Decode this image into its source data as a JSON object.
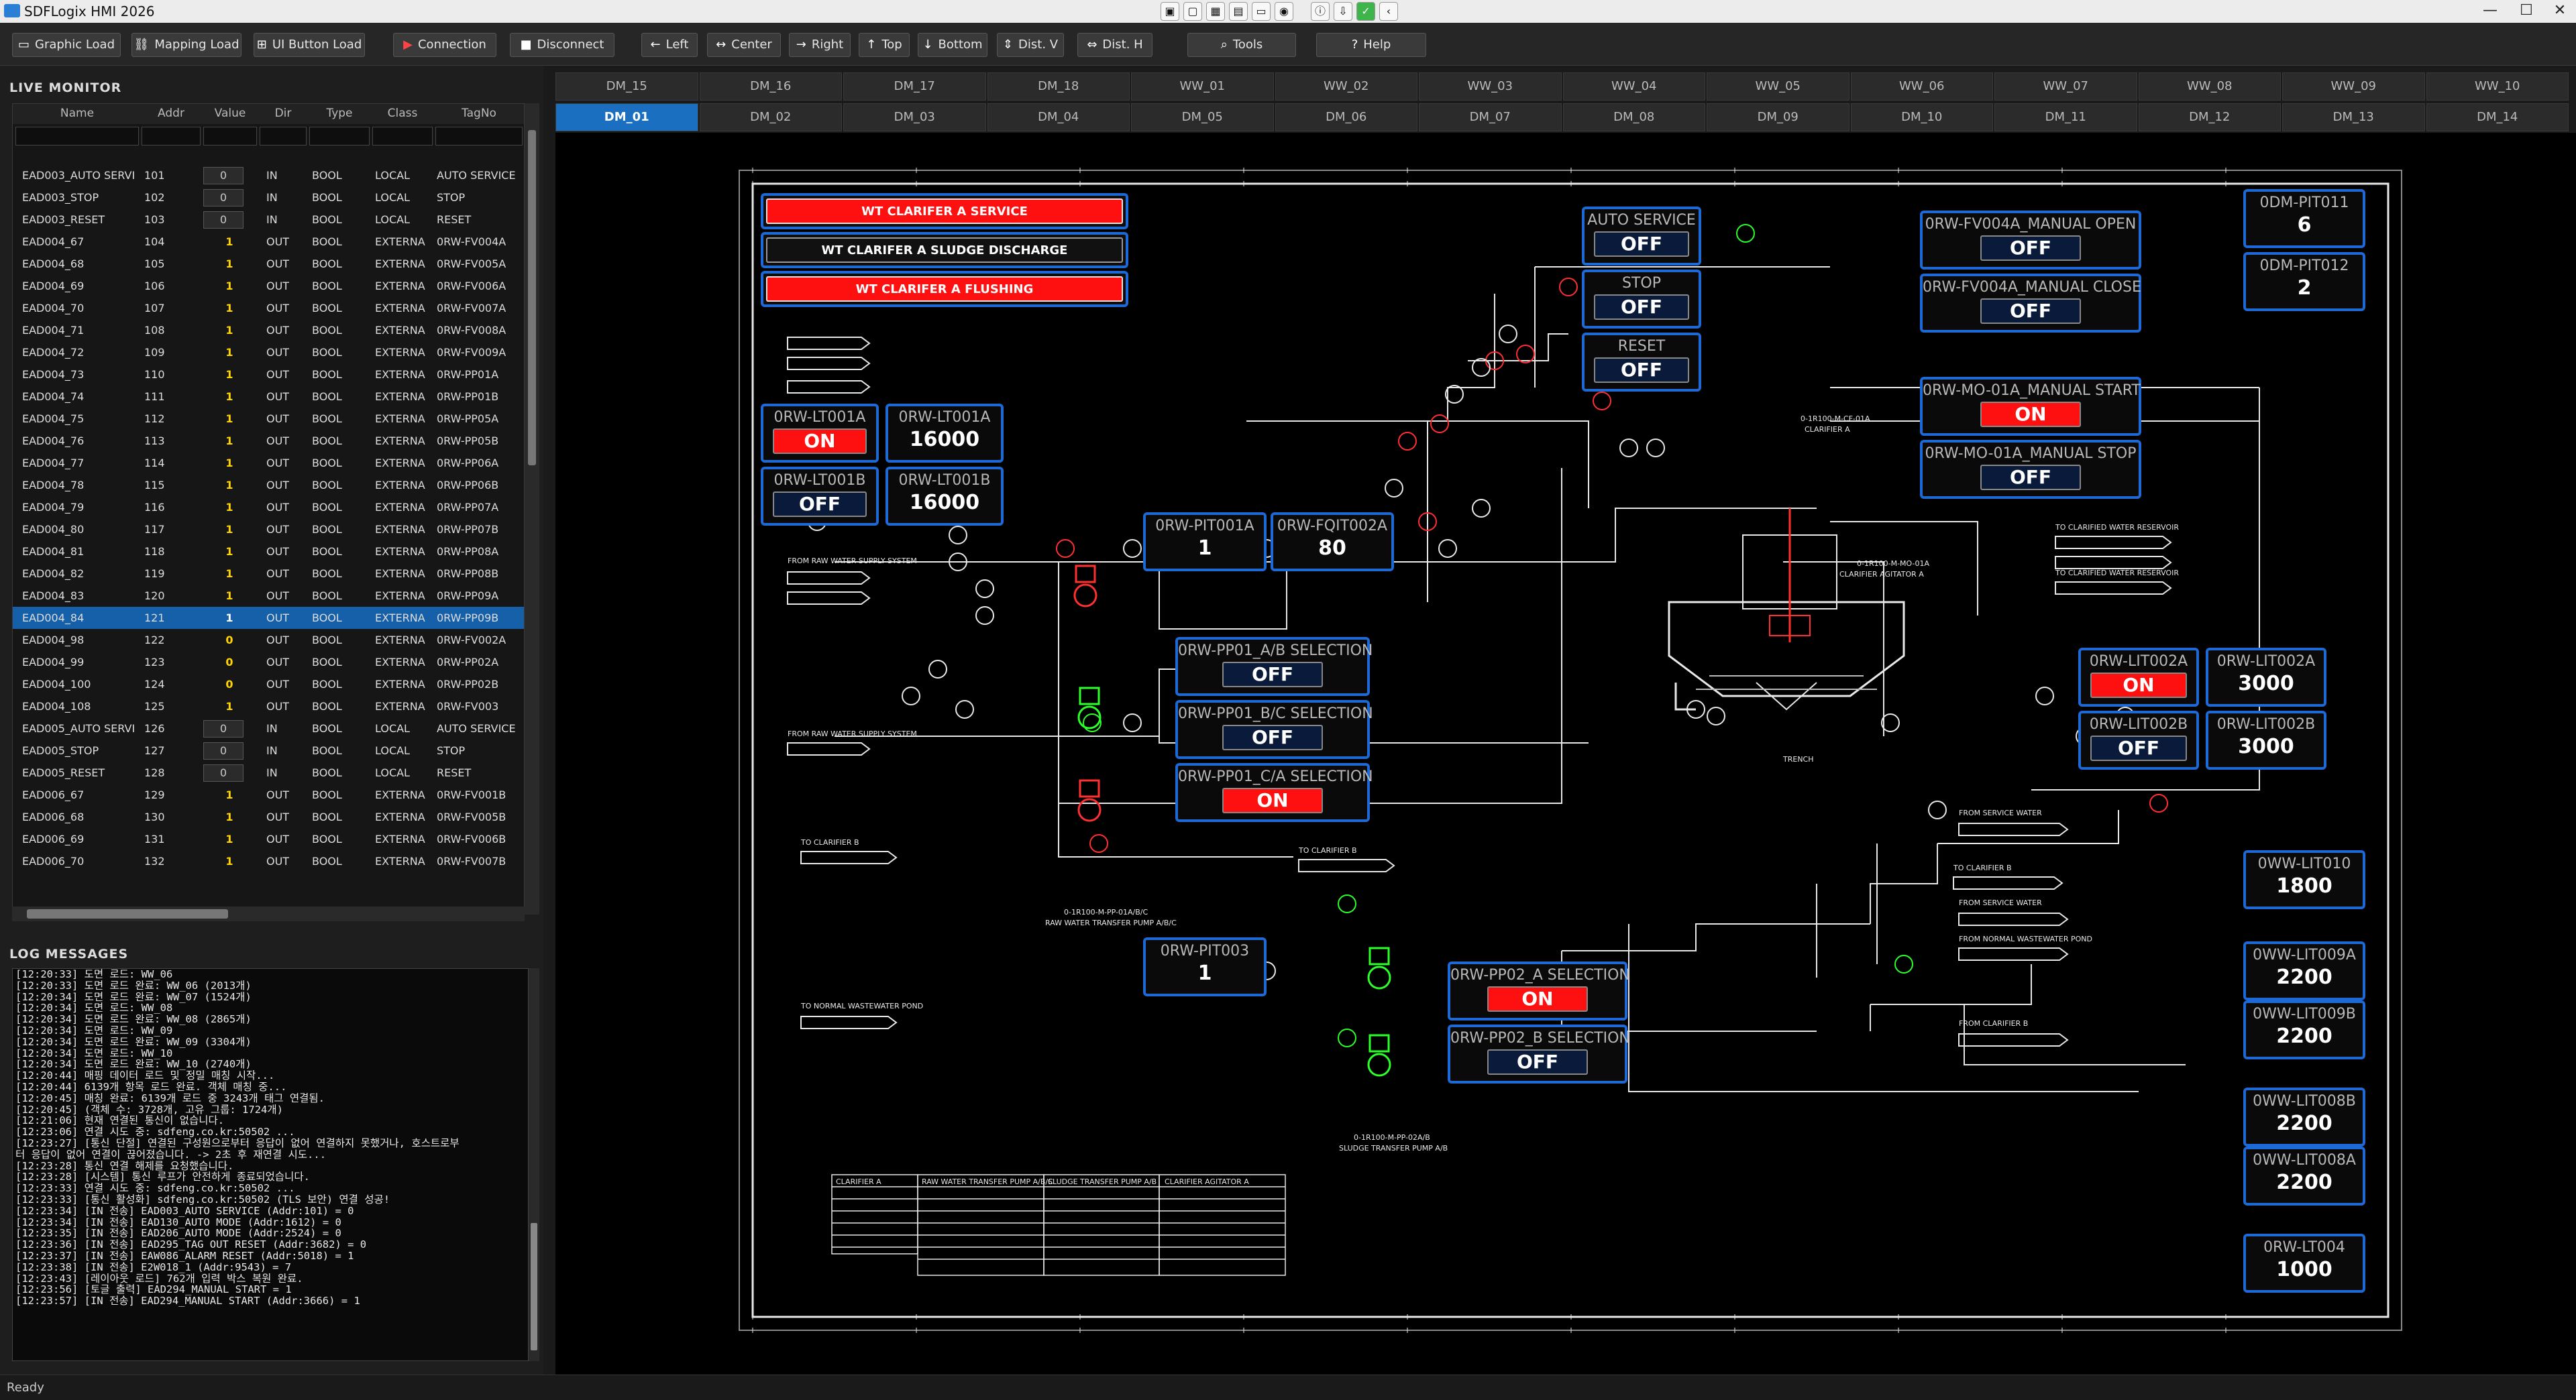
{
  "window": {
    "title": "SDFLogix HMI 2026",
    "status": "Ready",
    "min": "—",
    "max": "☐",
    "close": "✕"
  },
  "toolbar": {
    "graphic_load": "Graphic Load",
    "mapping_load": "Mapping Load",
    "ui_button_load": "UI Button Load",
    "connection": "Connection",
    "disconnect": "Disconnect",
    "left": "Left",
    "center": "Center",
    "right": "Right",
    "top": "Top",
    "bottom": "Bottom",
    "dist_v": "Dist. V",
    "dist_h": "Dist. H",
    "tools": "Tools",
    "help": "Help"
  },
  "monitor": {
    "title": "LIVE MONITOR",
    "columns": [
      "Name",
      "Addr",
      "Value",
      "Dir",
      "Type",
      "Class",
      "TagNo"
    ],
    "rows": [
      [
        "EAD003_AUTO SERVI",
        "101",
        "0",
        "IN",
        "BOOL",
        "LOCAL",
        "AUTO SERVICE"
      ],
      [
        "EAD003_STOP",
        "102",
        "0",
        "IN",
        "BOOL",
        "LOCAL",
        "STOP"
      ],
      [
        "EAD003_RESET",
        "103",
        "0",
        "IN",
        "BOOL",
        "LOCAL",
        "RESET"
      ],
      [
        "EAD004_67",
        "104",
        "1",
        "OUT",
        "BOOL",
        "EXTERNA",
        "0RW-FV004A"
      ],
      [
        "EAD004_68",
        "105",
        "1",
        "OUT",
        "BOOL",
        "EXTERNA",
        "0RW-FV005A"
      ],
      [
        "EAD004_69",
        "106",
        "1",
        "OUT",
        "BOOL",
        "EXTERNA",
        "0RW-FV006A"
      ],
      [
        "EAD004_70",
        "107",
        "1",
        "OUT",
        "BOOL",
        "EXTERNA",
        "0RW-FV007A"
      ],
      [
        "EAD004_71",
        "108",
        "1",
        "OUT",
        "BOOL",
        "EXTERNA",
        "0RW-FV008A"
      ],
      [
        "EAD004_72",
        "109",
        "1",
        "OUT",
        "BOOL",
        "EXTERNA",
        "0RW-FV009A"
      ],
      [
        "EAD004_73",
        "110",
        "1",
        "OUT",
        "BOOL",
        "EXTERNA",
        "0RW-PP01A"
      ],
      [
        "EAD004_74",
        "111",
        "1",
        "OUT",
        "BOOL",
        "EXTERNA",
        "0RW-PP01B"
      ],
      [
        "EAD004_75",
        "112",
        "1",
        "OUT",
        "BOOL",
        "EXTERNA",
        "0RW-PP05A"
      ],
      [
        "EAD004_76",
        "113",
        "1",
        "OUT",
        "BOOL",
        "EXTERNA",
        "0RW-PP05B"
      ],
      [
        "EAD004_77",
        "114",
        "1",
        "OUT",
        "BOOL",
        "EXTERNA",
        "0RW-PP06A"
      ],
      [
        "EAD004_78",
        "115",
        "1",
        "OUT",
        "BOOL",
        "EXTERNA",
        "0RW-PP06B"
      ],
      [
        "EAD004_79",
        "116",
        "1",
        "OUT",
        "BOOL",
        "EXTERNA",
        "0RW-PP07A"
      ],
      [
        "EAD004_80",
        "117",
        "1",
        "OUT",
        "BOOL",
        "EXTERNA",
        "0RW-PP07B"
      ],
      [
        "EAD004_81",
        "118",
        "1",
        "OUT",
        "BOOL",
        "EXTERNA",
        "0RW-PP08A"
      ],
      [
        "EAD004_82",
        "119",
        "1",
        "OUT",
        "BOOL",
        "EXTERNA",
        "0RW-PP08B"
      ],
      [
        "EAD004_83",
        "120",
        "1",
        "OUT",
        "BOOL",
        "EXTERNA",
        "0RW-PP09A"
      ],
      [
        "EAD004_84",
        "121",
        "1",
        "OUT",
        "BOOL",
        "EXTERNA",
        "0RW-PP09B"
      ],
      [
        "EAD004_98",
        "122",
        "0",
        "OUT",
        "BOOL",
        "EXTERNA",
        "0RW-FV002A"
      ],
      [
        "EAD004_99",
        "123",
        "0",
        "OUT",
        "BOOL",
        "EXTERNA",
        "0RW-PP02A"
      ],
      [
        "EAD004_100",
        "124",
        "0",
        "OUT",
        "BOOL",
        "EXTERNA",
        "0RW-PP02B"
      ],
      [
        "EAD004_108",
        "125",
        "1",
        "OUT",
        "BOOL",
        "EXTERNA",
        "0RW-FV003"
      ],
      [
        "EAD005_AUTO SERVI",
        "126",
        "0",
        "IN",
        "BOOL",
        "LOCAL",
        "AUTO SERVICE"
      ],
      [
        "EAD005_STOP",
        "127",
        "0",
        "IN",
        "BOOL",
        "LOCAL",
        "STOP"
      ],
      [
        "EAD005_RESET",
        "128",
        "0",
        "IN",
        "BOOL",
        "LOCAL",
        "RESET"
      ],
      [
        "EAD006_67",
        "129",
        "1",
        "OUT",
        "BOOL",
        "EXTERNA",
        "0RW-FV001B"
      ],
      [
        "EAD006_68",
        "130",
        "1",
        "OUT",
        "BOOL",
        "EXTERNA",
        "0RW-FV005B"
      ],
      [
        "EAD006_69",
        "131",
        "1",
        "OUT",
        "BOOL",
        "EXTERNA",
        "0RW-FV006B"
      ],
      [
        "EAD006_70",
        "132",
        "1",
        "OUT",
        "BOOL",
        "EXTERNA",
        "0RW-FV007B"
      ]
    ],
    "selected_row": 20
  },
  "log": {
    "title": "LOG MESSAGES",
    "lines": [
      "[12:20:33] 도면 로드: WW_06",
      "[12:20:33] 도면 로드 완료: WW_06 (2013개)",
      "[12:20:34] 도면 로드 완료: WW_07 (1524개)",
      "[12:20:34] 도면 로드: WW_08",
      "[12:20:34] 도면 로드 완료: WW_08 (2865개)",
      "[12:20:34] 도면 로드: WW_09",
      "[12:20:34] 도면 로드 완료: WW_09 (3304개)",
      "[12:20:34] 도면 로드: WW_10",
      "[12:20:34] 도면 로드 완료: WW_10 (2740개)",
      "[12:20:44] 매핑 데이터 로드 및 정밀 매칭 시작...",
      "[12:20:44] 6139개 항목 로드 완료. 객체 매칭 중...",
      "[12:20:45] 매칭 완료: 6139개 로드 중 3243개 태그 연결됨.",
      "[12:20:45] (객체 수: 3728개, 고유 그룹: 1724개)",
      "[12:21:06] 현재 연결된 통신이 없습니다.",
      "[12:23:06] 연결 시도 중: sdfeng.co.kr:50502 ...",
      "[12:23:27] [통신 단절] 연결된 구성원으로부터 응답이 없어 연결하지 못했거나, 호스트로부",
      "터 응답이 없어 연결이 끊어졌습니다. -> 2초 후 재연결 시도...",
      "[12:23:28] 통신 연결 해제를 요청했습니다.",
      "[12:23:28] [시스템] 통신 루프가 안전하게 종료되었습니다.",
      "[12:23:33] 연결 시도 중: sdfeng.co.kr:50502 ...",
      "[12:23:33] [통신 활성화] sdfeng.co.kr:50502 (TLS 보안) 연결 성공!",
      "[12:23:34] [IN 전송] EAD003_AUTO SERVICE (Addr:101) = 0",
      "[12:23:34] [IN 전송] EAD130_AUTO MODE (Addr:1612) = 0",
      "[12:23:35] [IN 전송] EAD206_AUTO MODE (Addr:2524) = 0",
      "[12:23:36] [IN 전송] EAD295_TAG OUT RESET (Addr:3682) = 0",
      "[12:23:37] [IN 전송] EAW086_ALARM RESET (Addr:5018) = 1",
      "[12:23:38] [IN 전송] E2W018_1 (Addr:9543) = 7",
      "[12:23:43] [레이아웃 로드] 762개 입력 박스 복원 완료.",
      "[12:23:56] [토글 출력] EAD294_MANUAL START = 1",
      "[12:23:57] [IN 전송] EAD294_MANUAL START (Addr:3666) = 1"
    ]
  },
  "tabs": {
    "row1": [
      "DM_15",
      "DM_16",
      "DM_17",
      "DM_18",
      "WW_01",
      "WW_02",
      "WW_03",
      "WW_04",
      "WW_05",
      "WW_06",
      "WW_07",
      "WW_08",
      "WW_09",
      "WW_10"
    ],
    "row2": [
      "DM_01",
      "DM_02",
      "DM_03",
      "DM_04",
      "DM_05",
      "DM_06",
      "DM_07",
      "DM_08",
      "DM_09",
      "DM_10",
      "DM_11",
      "DM_12",
      "DM_13",
      "DM_14"
    ],
    "active": "DM_01"
  },
  "hmi": {
    "buttons": {
      "service": "WT CLARIFER A SERVICE",
      "sludge": "WT CLARIFER A SLUDGE DISCHARGE",
      "flushing": "WT CLARIFER A FLUSHING"
    },
    "tags": [
      {
        "id": "lt001a_st",
        "label": "0RW-LT001A",
        "value": "ON",
        "state": "on"
      },
      {
        "id": "lt001a_v",
        "label": "0RW-LT001A",
        "value": "16000",
        "state": "num"
      },
      {
        "id": "lt001b_st",
        "label": "0RW-LT001B",
        "value": "OFF",
        "state": "off"
      },
      {
        "id": "lt001b_v",
        "label": "0RW-LT001B",
        "value": "16000",
        "state": "num"
      },
      {
        "id": "pit001a",
        "label": "0RW-PIT001A",
        "value": "1",
        "state": "num"
      },
      {
        "id": "fqit002a",
        "label": "0RW-FQIT002A",
        "value": "80",
        "state": "num"
      },
      {
        "id": "pp01ab",
        "label": "0RW-PP01_A/B SELECTION",
        "value": "OFF",
        "state": "off"
      },
      {
        "id": "pp01bc",
        "label": "0RW-PP01_B/C SELECTION",
        "value": "OFF",
        "state": "off"
      },
      {
        "id": "pp01ca",
        "label": "0RW-PP01_C/A SELECTION",
        "value": "ON",
        "state": "on"
      },
      {
        "id": "auto_service",
        "label": "AUTO SERVICE",
        "value": "OFF",
        "state": "off"
      },
      {
        "id": "stop",
        "label": "STOP",
        "value": "OFF",
        "state": "off"
      },
      {
        "id": "reset",
        "label": "RESET",
        "value": "OFF",
        "state": "off"
      },
      {
        "id": "fv004a_open",
        "label": "0RW-FV004A_MANUAL OPEN",
        "value": "OFF",
        "state": "off"
      },
      {
        "id": "fv004a_close",
        "label": "0RW-FV004A_MANUAL CLOSE",
        "value": "OFF",
        "state": "off"
      },
      {
        "id": "mo01a_start",
        "label": "0RW-MO-01A_MANUAL START",
        "value": "ON",
        "state": "on"
      },
      {
        "id": "mo01a_stop",
        "label": "0RW-MO-01A_MANUAL STOP",
        "value": "OFF",
        "state": "off"
      },
      {
        "id": "pit003",
        "label": "0RW-PIT003",
        "value": "1",
        "state": "num"
      },
      {
        "id": "pp02a",
        "label": "0RW-PP02_A SELECTION",
        "value": "ON",
        "state": "on"
      },
      {
        "id": "pp02b",
        "label": "0RW-PP02_B SELECTION",
        "value": "OFF",
        "state": "off"
      },
      {
        "id": "lit002a_st",
        "label": "0RW-LIT002A",
        "value": "ON",
        "state": "on"
      },
      {
        "id": "lit002a_v",
        "label": "0RW-LIT002A",
        "value": "3000",
        "state": "num"
      },
      {
        "id": "lit002b_st",
        "label": "0RW-LIT002B",
        "value": "OFF",
        "state": "off"
      },
      {
        "id": "lit002b_v",
        "label": "0RW-LIT002B",
        "value": "3000",
        "state": "num"
      },
      {
        "id": "dm_pit011",
        "label": "0DM-PIT011",
        "value": "6",
        "state": "num"
      },
      {
        "id": "dm_pit012",
        "label": "0DM-PIT012",
        "value": "2",
        "state": "num"
      },
      {
        "id": "ww_lit010",
        "label": "0WW-LIT010",
        "value": "1800",
        "state": "num"
      },
      {
        "id": "ww_lit009a",
        "label": "0WW-LIT009A",
        "value": "2200",
        "state": "num"
      },
      {
        "id": "ww_lit009b",
        "label": "0WW-LIT009B",
        "value": "2200",
        "state": "num"
      },
      {
        "id": "ww_lit008b",
        "label": "0WW-LIT008B",
        "value": "2200",
        "state": "num"
      },
      {
        "id": "ww_lit008a",
        "label": "0WW-LIT008A",
        "value": "2200",
        "state": "num"
      },
      {
        "id": "rw_lt004",
        "label": "0RW-LT004",
        "value": "1000",
        "state": "num"
      }
    ],
    "pid_labels": {
      "raw_supply_1": "FROM RAW WATER SUPPLY SYSTEM",
      "raw_supply_2": "FROM RAW WATER SUPPLY SYSTEM",
      "to_clarifier_b1": "TO CLARIFIER B",
      "to_clarifier_b2": "TO CLARIFIER B",
      "to_normal_ww": "TO NORMAL WASTEWATER POND",
      "to_clarified_1": "TO CLARIFIED WATER RESERVOIR",
      "to_clarified_2": "TO CLARIFIED WATER RESERVOIR",
      "from_service_1": "FROM SERVICE WATER",
      "from_service_2": "FROM SERVICE WATER",
      "to_clarifier_b3": "TO CLARIFIER B",
      "from_normal_ww": "FROM NORMAL WASTEWATER POND",
      "from_clarifier_b": "FROM CLARIFIER B",
      "pump_tag": "0-1R100-M-PP-01A/B/C",
      "pump_desc": "RAW WATER TRANSFER PUMP A/B/C",
      "sludge_tag": "0-1R100-M-PP-02A/B",
      "sludge_desc": "SLUDGE TRANSFER PUMP A/B",
      "clarifier_tag": "0-1R100-M-CF-01A",
      "clarifier_desc": "CLARIFIER A",
      "agitator_tag": "0-1R100-M-MO-01A",
      "agitator_desc": "CLARIFIER AGITATOR A",
      "trench": "TRENCH",
      "tbl1": "CLARIFIER A",
      "tbl2": "RAW WATER TRANSFER PUMP A/B/C",
      "tbl3": "SLUDGE TRANSFER PUMP A/B",
      "tbl4": "CLARIFIER AGITATOR A"
    }
  }
}
